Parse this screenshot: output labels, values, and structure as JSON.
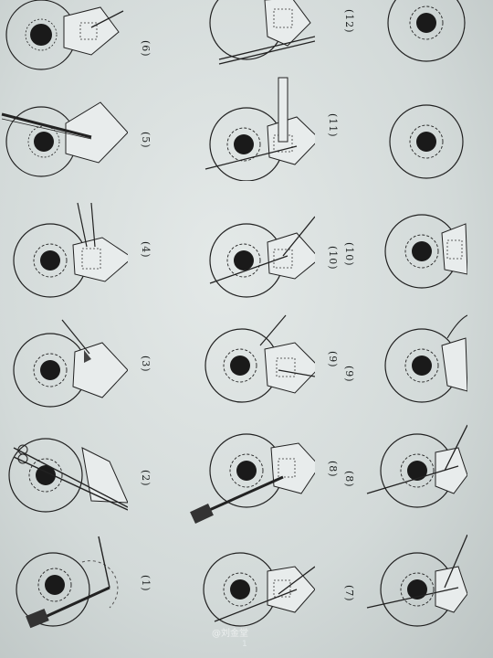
{
  "figure": {
    "panels": [
      {
        "label": "(1)"
      },
      {
        "label": "(2)"
      },
      {
        "label": "(3)"
      },
      {
        "label": "(4)"
      },
      {
        "label": "(5)"
      },
      {
        "label": "(6)"
      },
      {
        "label": "(7)"
      },
      {
        "label": "(8)"
      },
      {
        "label": "(9)"
      },
      {
        "label": "(10)"
      },
      {
        "label": "(11)"
      },
      {
        "label": "(12)"
      }
    ]
  },
  "watermark": {
    "text": "@刘金堂",
    "sub": "1"
  }
}
